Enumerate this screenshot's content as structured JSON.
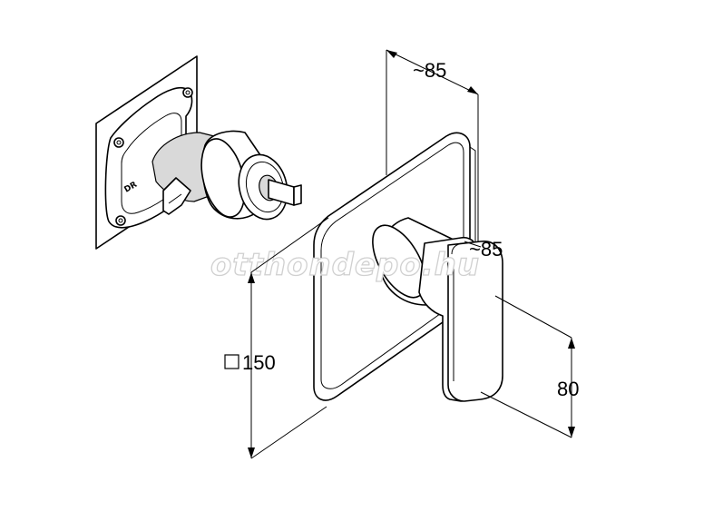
{
  "dimensions": {
    "depth_top": "~85",
    "handle_depth": "~85",
    "plate_size": "150",
    "plate_size_symbol": "□",
    "handle_height": "80"
  },
  "watermark": "otthondepo.hu",
  "valve_marking": "DR"
}
